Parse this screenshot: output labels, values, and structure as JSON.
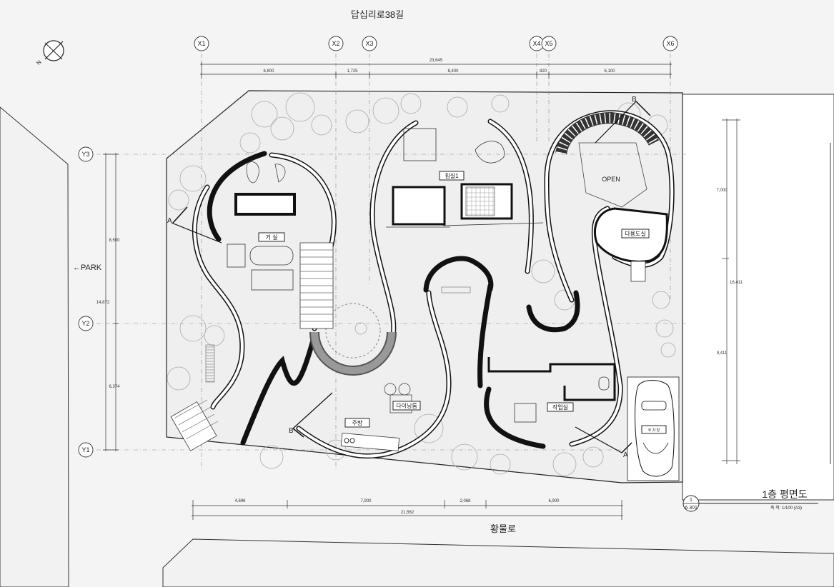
{
  "streets": {
    "north": "답십리로38길",
    "south": "황물로",
    "west": "←PARK"
  },
  "north_arrow": "N",
  "grid": {
    "x": [
      "X1",
      "X2",
      "X3",
      "X4",
      "X5",
      "X6"
    ],
    "y": [
      "Y3",
      "Y2",
      "Y1"
    ]
  },
  "dimensions": {
    "top_total": "23,645",
    "top": [
      "6,800",
      "1,725",
      "8,400",
      "820",
      "6,100"
    ],
    "bottom": [
      "4,696",
      "7,900",
      "2,068",
      "6,900"
    ],
    "bottom_total": "21,562",
    "left": [
      "8,500",
      "6,374"
    ],
    "left_total": "14,872",
    "right": [
      "7,000",
      "9,411"
    ],
    "right_total": "16,411"
  },
  "rooms": {
    "living": "거 실",
    "bedroom": "침실1",
    "open": "OPEN",
    "multi": "다용도실",
    "dining": "다이닝룸",
    "kitchen": "주방",
    "work": "작업실",
    "parking": "주 차 장"
  },
  "sections": {
    "a": "A",
    "a2": "A",
    "b": "B",
    "b2": "B"
  },
  "title_block": {
    "number": "1",
    "sheet": "A 301",
    "title": "1층 평면도",
    "scale": "축 척: 1/100 (A3)"
  }
}
